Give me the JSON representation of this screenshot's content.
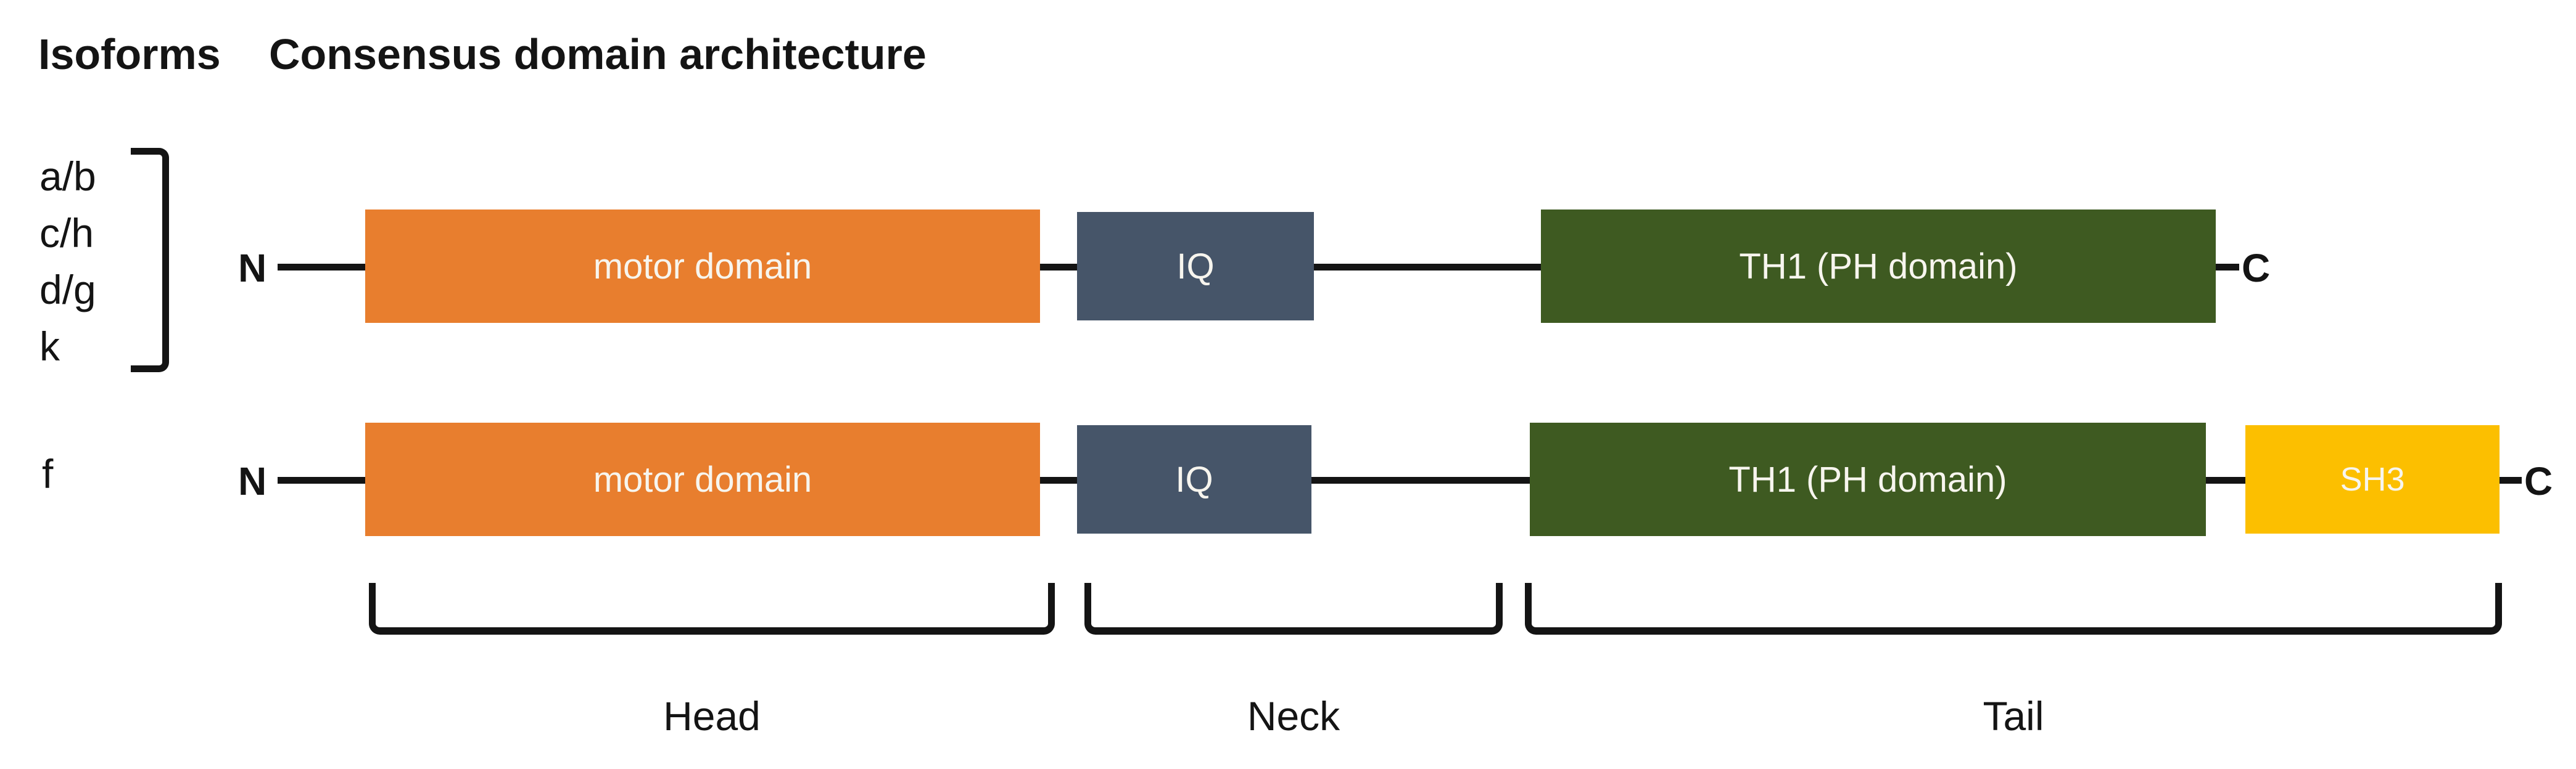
{
  "title": {
    "isoforms": "Isoforms",
    "architecture": "Consensus domain architecture"
  },
  "isoform_groups": {
    "consensus": {
      "labels": [
        "a/b",
        "c/h",
        "d/g",
        "k"
      ]
    },
    "f_row": {
      "labels": [
        "f"
      ]
    }
  },
  "rows": {
    "consensus": {
      "n_terminus": "N",
      "c_terminus": "C",
      "domains": {
        "motor": {
          "label": "motor domain",
          "color": "#E87E2E"
        },
        "iq": {
          "label": "IQ",
          "color": "#465569"
        },
        "th1": {
          "label": "TH1 (PH domain)",
          "color": "#3E5A21"
        }
      }
    },
    "f": {
      "n_terminus": "N",
      "c_terminus": "C",
      "domains": {
        "motor": {
          "label": "motor domain",
          "color": "#E87E2E"
        },
        "iq": {
          "label": "IQ",
          "color": "#465569"
        },
        "th1": {
          "label": "TH1 (PH domain)",
          "color": "#3E5A21"
        },
        "sh3": {
          "label": "SH3",
          "color": "#FCBF00"
        }
      }
    }
  },
  "regions": {
    "head": "Head",
    "neck": "Neck",
    "tail": "Tail"
  }
}
